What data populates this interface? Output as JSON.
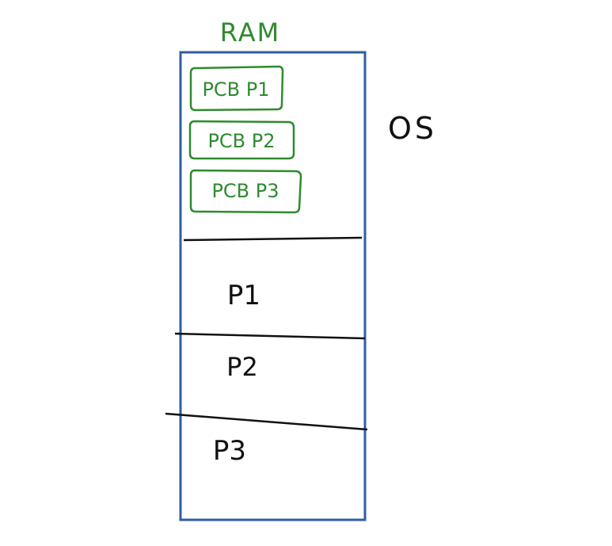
{
  "diagram": {
    "title": "RAM",
    "os_label": "OS",
    "pcb_blocks": [
      {
        "label": "PCB P1"
      },
      {
        "label": "PCB P2"
      },
      {
        "label": "PCB P3"
      }
    ],
    "process_blocks": [
      {
        "label": "P1"
      },
      {
        "label": "P2"
      },
      {
        "label": "P3"
      }
    ],
    "colors": {
      "ram_border": "#2f5ea0",
      "pcb": "#2e8b2e",
      "ink": "#111111"
    }
  }
}
